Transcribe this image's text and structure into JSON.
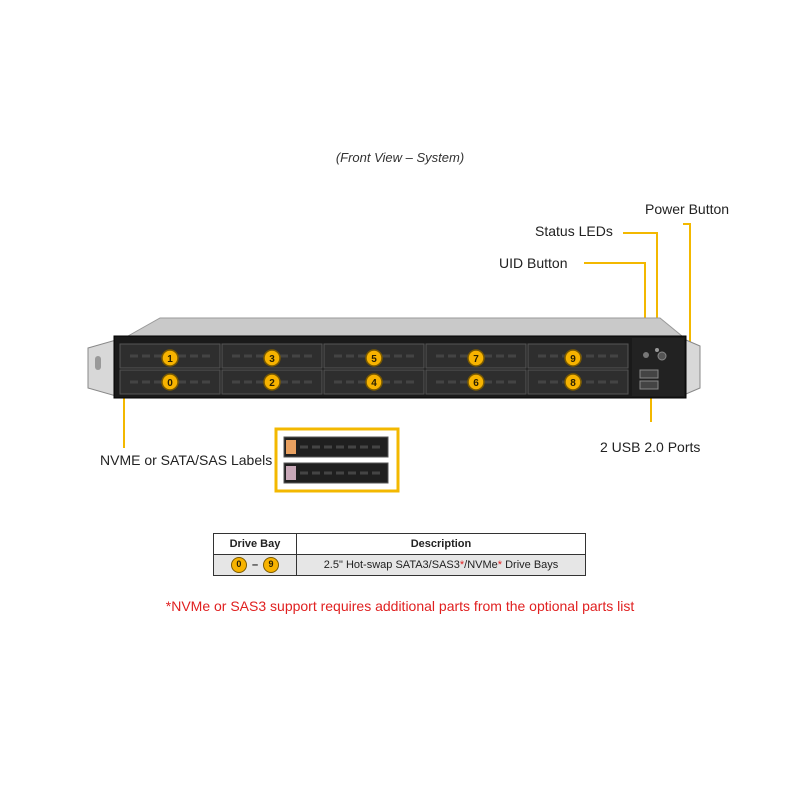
{
  "caption": "(Front View – System)",
  "callouts": {
    "power_button": "Power Button",
    "status_leds": "Status LEDs",
    "uid_button": "UID Button",
    "usb_ports": "2 USB 2.0 Ports",
    "labels": "NVME or SATA/SAS Labels"
  },
  "drive_bays": {
    "top_row": [
      "1",
      "3",
      "5",
      "7",
      "9"
    ],
    "bottom_row": [
      "0",
      "2",
      "4",
      "6",
      "8"
    ]
  },
  "table": {
    "headers": {
      "bay": "Drive Bay",
      "description": "Description"
    },
    "row": {
      "bay_start": "0",
      "dash": "–",
      "bay_end": "9",
      "desc_part1": "2.5\" Hot-swap SATA3/SAS3",
      "asterisk": "*",
      "desc_part2": "/NVMe",
      "asterisk2": "*",
      "desc_part3": " Drive Bays"
    }
  },
  "footnote": "*NVMe or SAS3 support requires additional parts from the optional parts list",
  "colors": {
    "callout_line": "#f3b800",
    "badge": "#f7b300",
    "footnote": "#e02020",
    "chassis_front": "#1a1a1a",
    "chassis_top": "#c9c9c9"
  }
}
